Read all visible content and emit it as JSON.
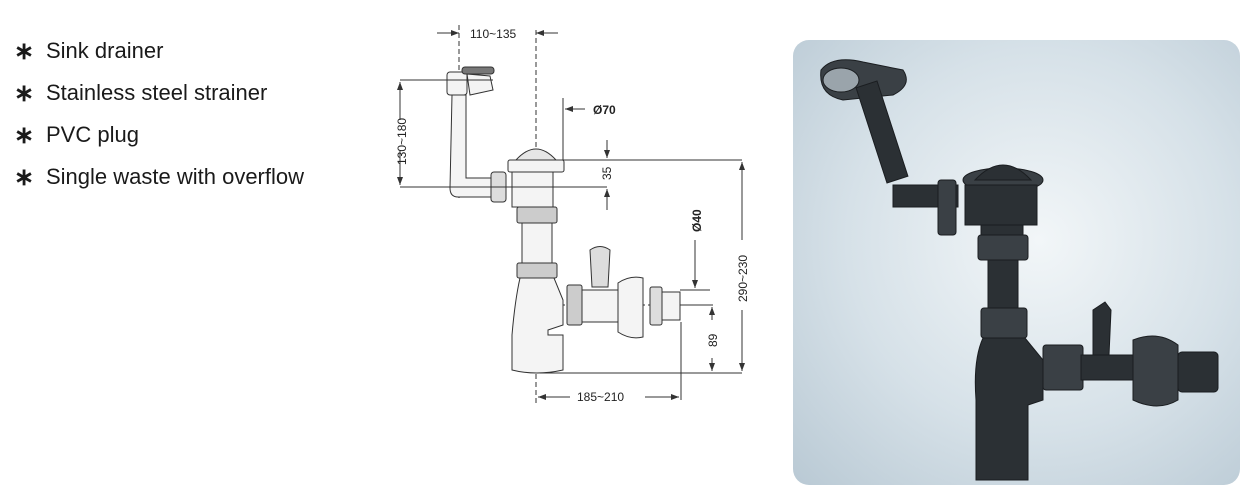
{
  "features": [
    {
      "bullet": "∗",
      "label": "Sink drainer"
    },
    {
      "bullet": "∗",
      "label": "Stainless steel strainer"
    },
    {
      "bullet": "∗",
      "label": "PVC plug"
    },
    {
      "bullet": "∗",
      "label": "Single waste with overflow"
    }
  ],
  "dimensions": {
    "overflow_offset": "110~135",
    "overflow_height": "130~180",
    "strainer_diameter": "Ø70",
    "flange_depth": "35",
    "outlet_diameter": "Ø40",
    "total_height": "290~230",
    "outlet_height": "89",
    "outlet_reach": "185~210"
  },
  "colors": {
    "line": "#333333",
    "product": "#2b3034",
    "panel": "#d6e1e8"
  }
}
